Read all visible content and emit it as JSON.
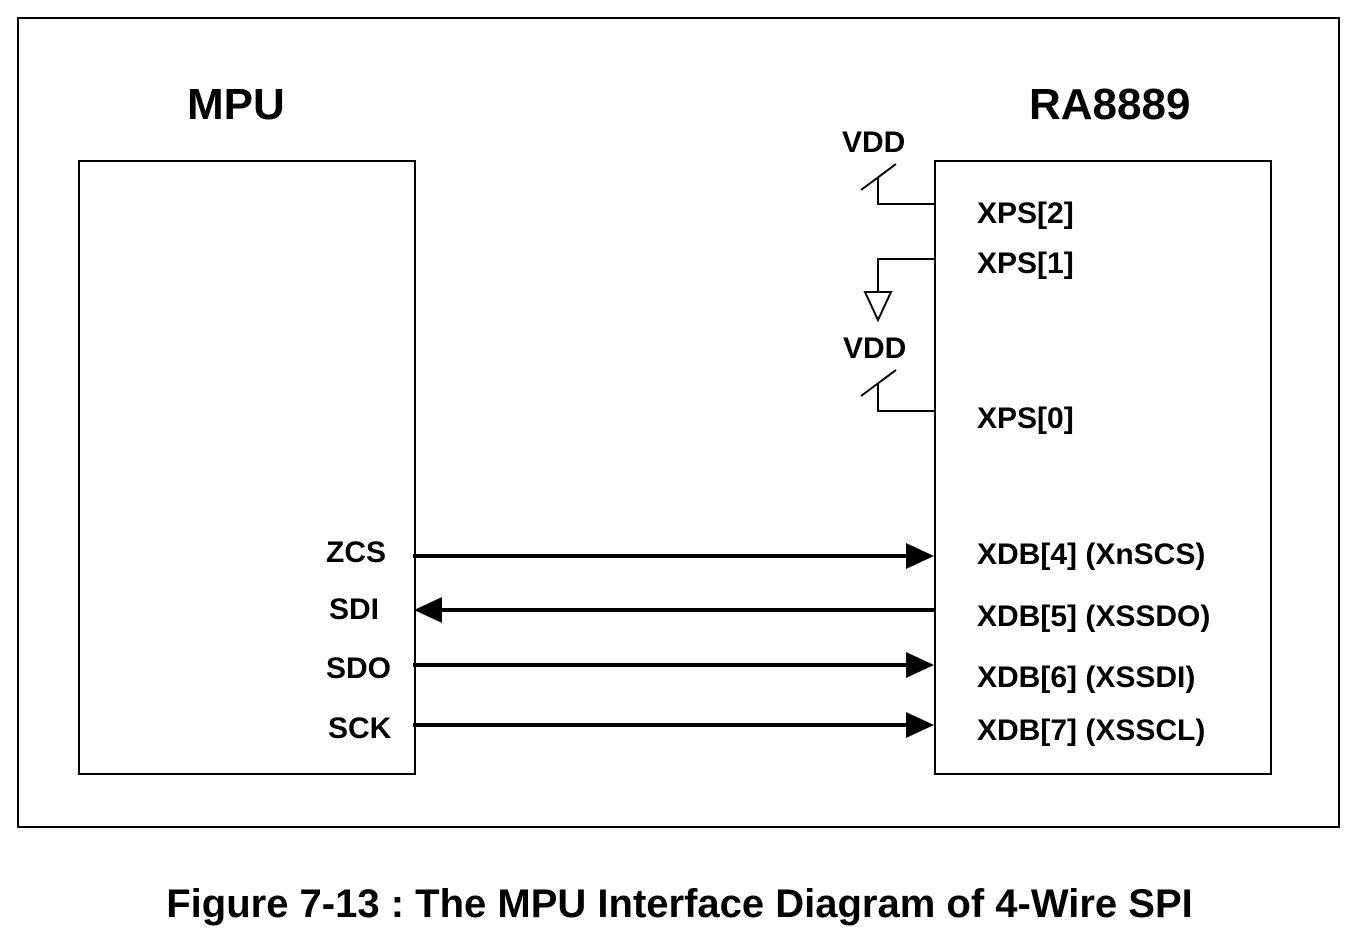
{
  "mpu": {
    "title": "MPU",
    "pins": [
      "ZCS",
      "SDI",
      "SDO",
      "SCK"
    ]
  },
  "chip": {
    "title": "RA8889",
    "config_pins": [
      "XPS[2]",
      "XPS[1]",
      "XPS[0]"
    ],
    "data_pins": [
      "XDB[4] (XnSCS)",
      "XDB[5] (XSSDO)",
      "XDB[6] (XSSDI)",
      "XDB[7] (XSSCL)"
    ]
  },
  "supply": [
    "VDD",
    "VDD"
  ],
  "caption": "Figure 7-13 : The MPU Interface Diagram of 4-Wire SPI"
}
